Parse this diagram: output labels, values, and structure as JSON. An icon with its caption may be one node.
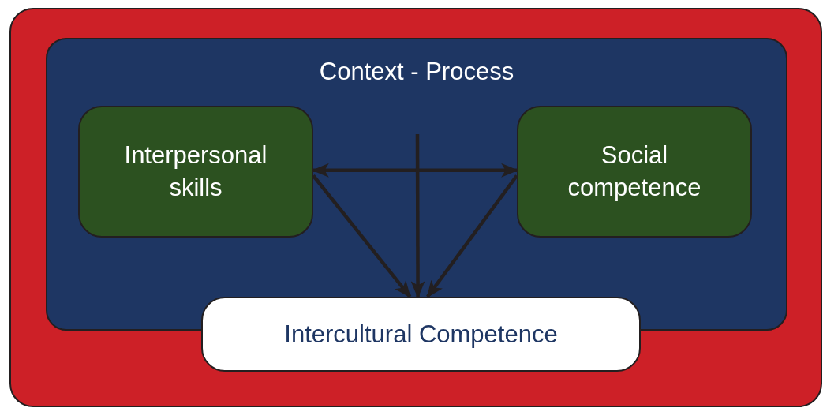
{
  "diagram": {
    "nodes": [
      {
        "text": [],
        "shape": "box"
      },
      {
        "text": [
          "Context - Process"
        ],
        "in": 0
      },
      {
        "text": [
          "Interpersonal skills"
        ],
        "in": 1
      },
      {
        "text": [
          "Social competence"
        ],
        "in": 1
      },
      {
        "text": [
          "Intercultural Competence"
        ],
        "in": 0
      }
    ],
    "edges": [
      {
        "from": 2,
        "to": 3,
        "arrow": "both"
      },
      {
        "from": 2,
        "to": 4,
        "arrow": "to"
      },
      {
        "from": 3,
        "to": 4,
        "arrow": "to"
      },
      {
        "from": null,
        "to": 4,
        "arrow": "to"
      }
    ]
  }
}
